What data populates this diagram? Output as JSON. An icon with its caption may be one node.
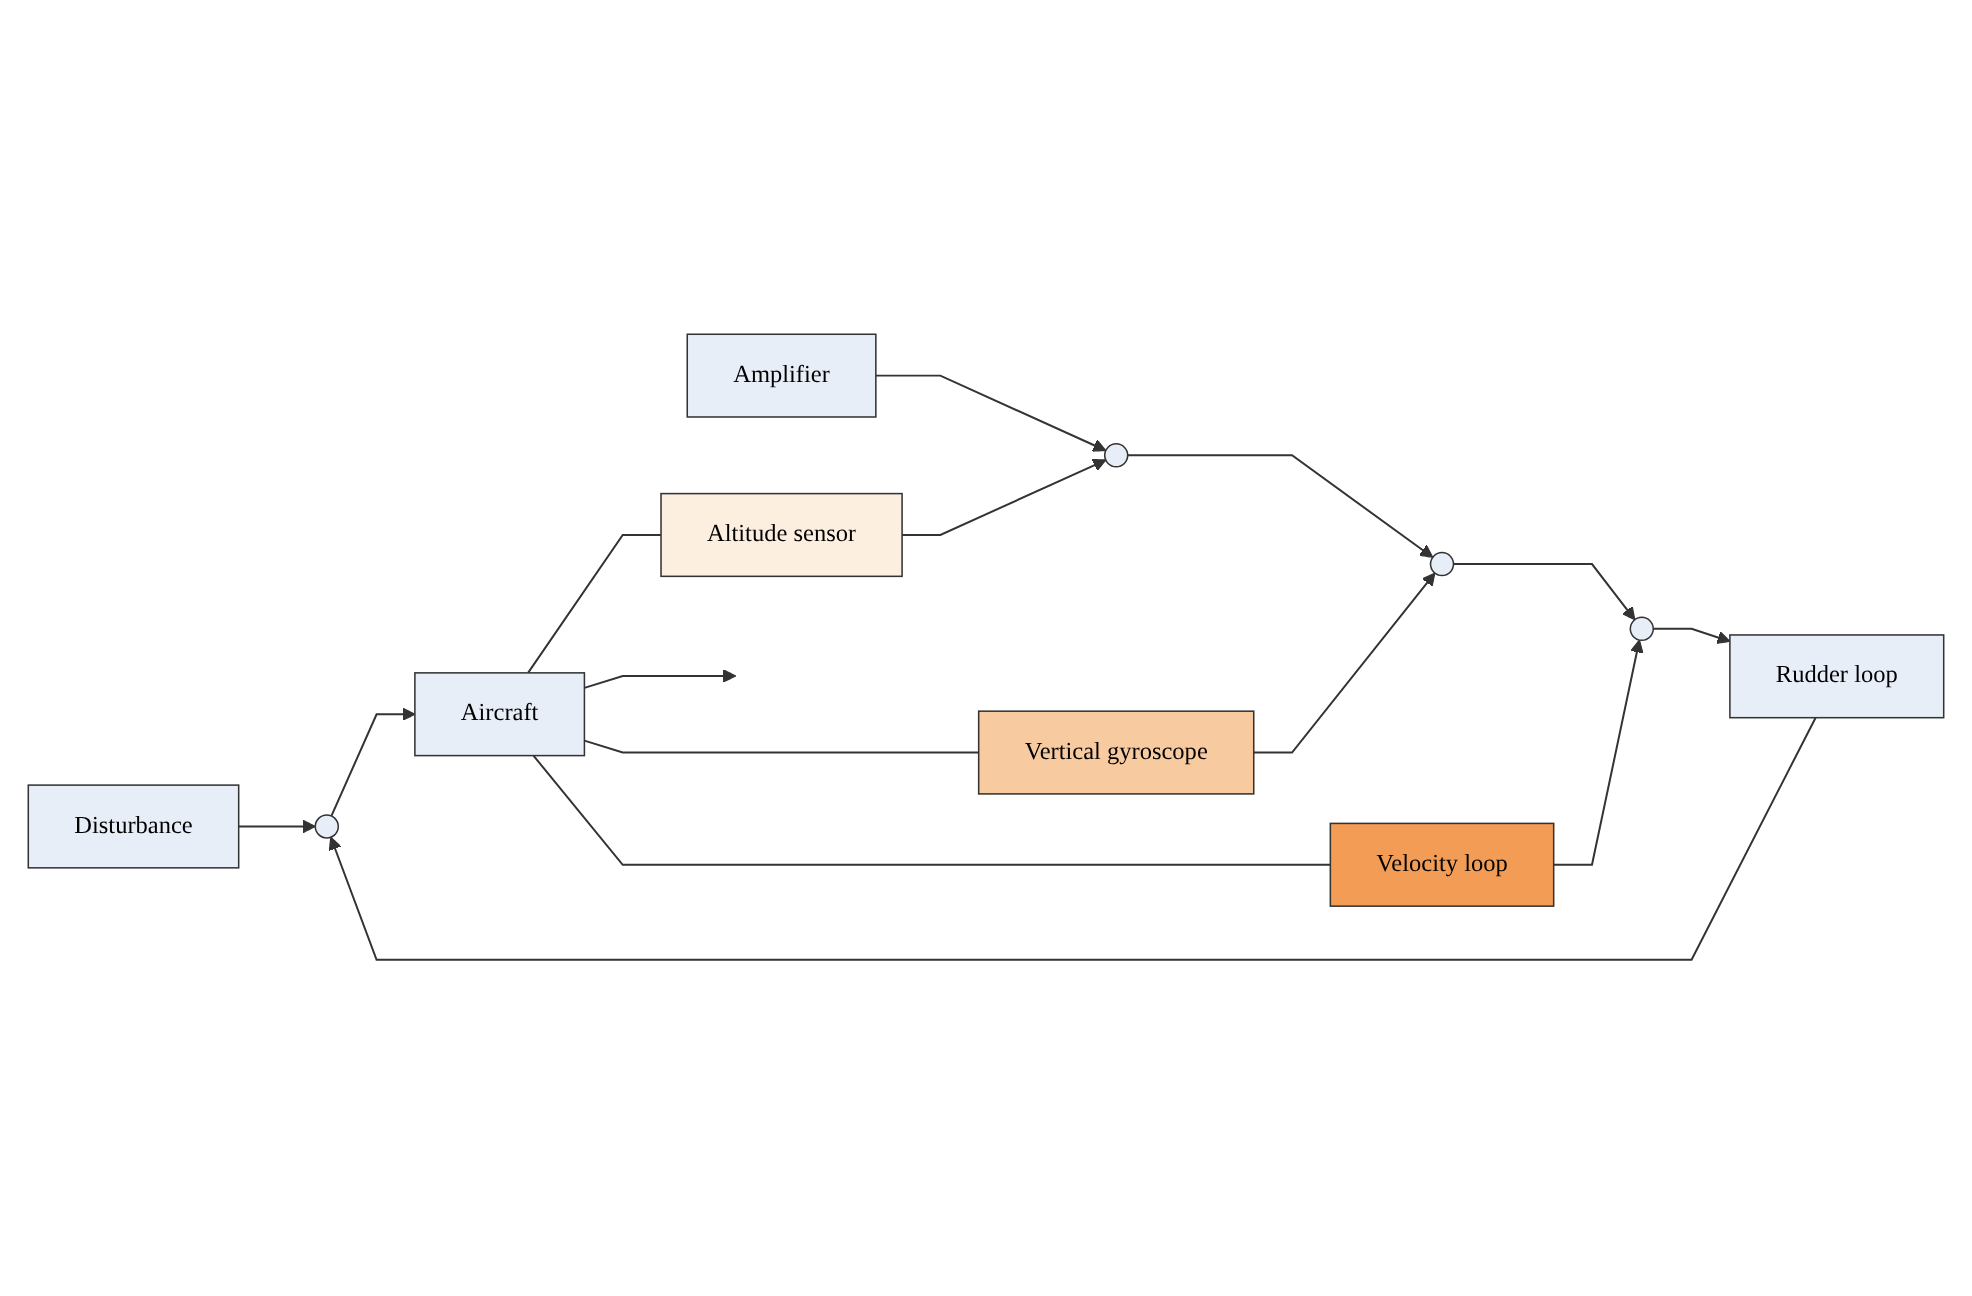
{
  "diagram": {
    "nodes": [
      {
        "text": [
          "Disturbance"
        ]
      },
      {
        "text": [
          "Amplifier"
        ]
      },
      {
        "text": [],
        "shape": "circle"
      },
      {
        "text": [],
        "shape": "circle"
      },
      {
        "text": [],
        "shape": "circle"
      },
      {
        "text": [
          "Rudder loop"
        ]
      },
      {
        "text": [],
        "shape": "circle"
      },
      {
        "text": [
          "Aircraft"
        ]
      },
      {
        "text": [
          "Velocity loop"
        ]
      },
      {
        "text": [
          "Vertical gyroscope"
        ]
      },
      {
        "text": [
          "Altitude sensor"
        ]
      }
    ],
    "edges": [
      {
        "from": 1,
        "to": 2,
        "arrow": "to"
      },
      {
        "from": 2,
        "to": 3,
        "arrow": "to"
      },
      {
        "from": 3,
        "to": 4,
        "arrow": "to"
      },
      {
        "from": 4,
        "to": 5,
        "arrow": "to"
      },
      {
        "from": 5,
        "to": 6,
        "arrow": "to"
      },
      {
        "from": 0,
        "to": 6,
        "arrow": "to"
      },
      {
        "from": 6,
        "to": 7,
        "arrow": "to"
      },
      {
        "from": 7,
        "to": null,
        "arrow": "to"
      },
      {
        "from": 7,
        "to": 8,
        "arrow": "none"
      },
      {
        "from": 8,
        "to": 4,
        "arrow": "to"
      },
      {
        "from": 7,
        "to": 9,
        "arrow": "none"
      },
      {
        "from": 9,
        "to": 3,
        "arrow": "to"
      },
      {
        "from": 7,
        "to": 10,
        "arrow": "none"
      },
      {
        "from": 10,
        "to": 2,
        "arrow": "to"
      }
    ]
  }
}
